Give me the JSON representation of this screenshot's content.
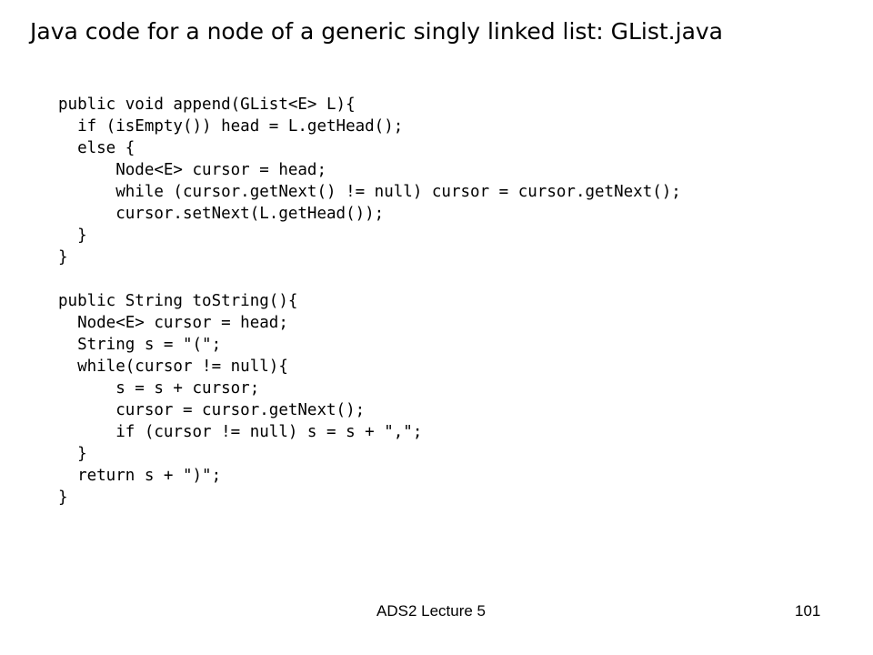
{
  "slide": {
    "title": "Java code for a node of a generic singly linked list:  GList.java",
    "code_lines": [
      "public void append(GList<E> L){",
      "  if (isEmpty()) head = L.getHead();",
      "  else {",
      "      Node<E> cursor = head;",
      "      while (cursor.getNext() != null) cursor = cursor.getNext();",
      "      cursor.setNext(L.getHead());",
      "  }",
      "}",
      "",
      "public String toString(){",
      "  Node<E> cursor = head;",
      "  String s = \"(\";",
      "  while(cursor != null){",
      "      s = s + cursor;",
      "      cursor = cursor.getNext();",
      "      if (cursor != null) s = s + \",\";",
      "  }",
      "  return s + \")\";",
      "}"
    ],
    "footer_label": "ADS2 Lecture 5",
    "page_number": "101"
  }
}
